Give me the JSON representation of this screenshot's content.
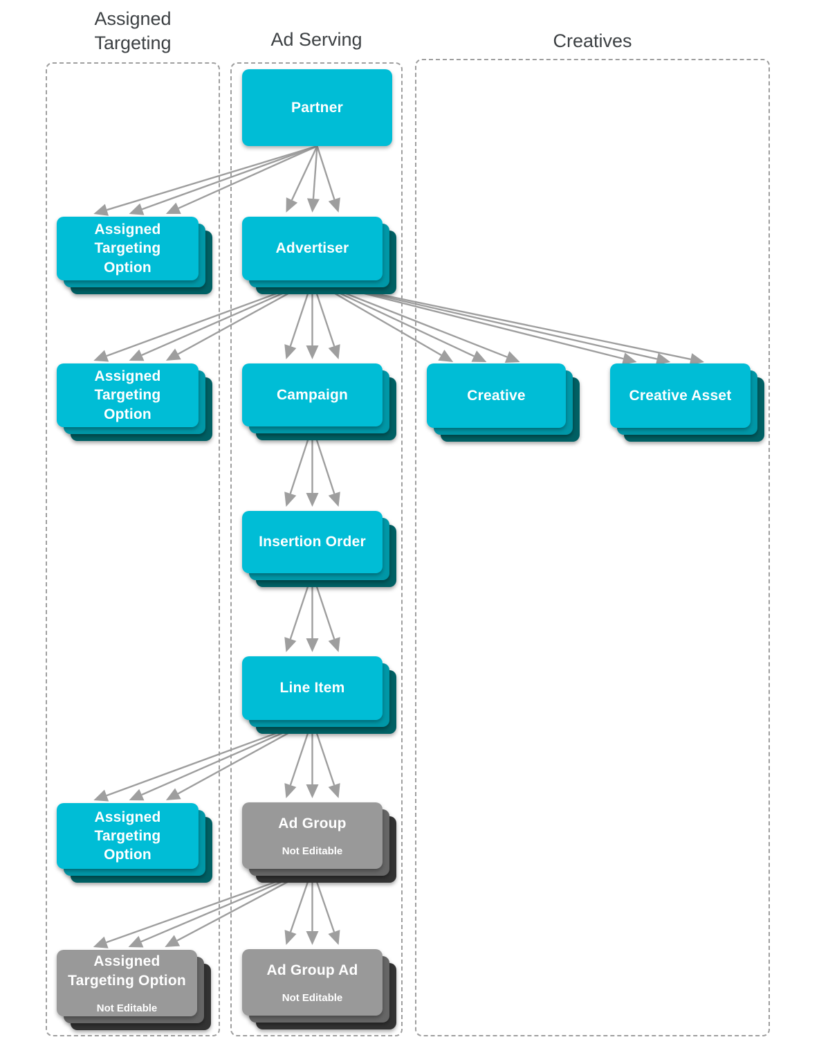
{
  "diagram": {
    "columns": [
      {
        "id": "assigned-targeting",
        "title": "Assigned\nTargeting"
      },
      {
        "id": "ad-serving",
        "title": "Ad Serving"
      },
      {
        "id": "creatives",
        "title": "Creatives"
      }
    ],
    "nodes": [
      {
        "id": "partner",
        "column": "ad-serving",
        "label": "Partner",
        "variant": "cyan",
        "stacked": false
      },
      {
        "id": "ato-partner",
        "column": "assigned-targeting",
        "label": "Assigned\nTargeting\nOption",
        "variant": "cyan",
        "stacked": true
      },
      {
        "id": "advertiser",
        "column": "ad-serving",
        "label": "Advertiser",
        "variant": "cyan",
        "stacked": true
      },
      {
        "id": "ato-advertiser",
        "column": "assigned-targeting",
        "label": "Assigned\nTargeting\nOption",
        "variant": "cyan",
        "stacked": true
      },
      {
        "id": "campaign",
        "column": "ad-serving",
        "label": "Campaign",
        "variant": "cyan",
        "stacked": true
      },
      {
        "id": "creative",
        "column": "creatives",
        "label": "Creative",
        "variant": "cyan",
        "stacked": true
      },
      {
        "id": "creative-asset",
        "column": "creatives",
        "label": "Creative Asset",
        "variant": "cyan",
        "stacked": true
      },
      {
        "id": "insertion-order",
        "column": "ad-serving",
        "label": "Insertion Order",
        "variant": "cyan",
        "stacked": true
      },
      {
        "id": "line-item",
        "column": "ad-serving",
        "label": "Line Item",
        "variant": "cyan",
        "stacked": true
      },
      {
        "id": "ato-line-item",
        "column": "assigned-targeting",
        "label": "Assigned\nTargeting\nOption",
        "variant": "cyan",
        "stacked": true
      },
      {
        "id": "ad-group",
        "column": "ad-serving",
        "label": "Ad Group",
        "sublabel": "Not Editable",
        "variant": "gray",
        "stacked": true
      },
      {
        "id": "ato-ad-group",
        "column": "assigned-targeting",
        "label": "Assigned\nTargeting Option",
        "sublabel": "Not Editable",
        "variant": "gray",
        "stacked": true
      },
      {
        "id": "ad-group-ad",
        "column": "ad-serving",
        "label": "Ad Group Ad",
        "sublabel": "Not Editable",
        "variant": "gray",
        "stacked": true
      }
    ],
    "edges": [
      {
        "from": "partner",
        "to": "ato-partner"
      },
      {
        "from": "partner",
        "to": "advertiser"
      },
      {
        "from": "advertiser",
        "to": "ato-advertiser"
      },
      {
        "from": "advertiser",
        "to": "campaign"
      },
      {
        "from": "advertiser",
        "to": "creative"
      },
      {
        "from": "advertiser",
        "to": "creative-asset"
      },
      {
        "from": "campaign",
        "to": "insertion-order"
      },
      {
        "from": "insertion-order",
        "to": "line-item"
      },
      {
        "from": "line-item",
        "to": "ato-line-item"
      },
      {
        "from": "line-item",
        "to": "ad-group"
      },
      {
        "from": "ad-group",
        "to": "ato-ad-group"
      },
      {
        "from": "ad-group",
        "to": "ad-group-ad"
      }
    ],
    "edge_style": {
      "strands_per_edge": 3,
      "meaning": "one-to-many"
    },
    "colors": {
      "background": "#ffffff",
      "node_cyan": "#00bdd6",
      "node_cyan_mid": "#0097a7",
      "node_cyan_back": "#006064",
      "node_gray": "#999999",
      "node_gray_mid": "#666666",
      "node_gray_back": "#333333",
      "node_text": "#ffffff",
      "arrow": "#9e9e9e",
      "column_border": "#9e9e9e",
      "title_text": "#3c4043"
    }
  }
}
